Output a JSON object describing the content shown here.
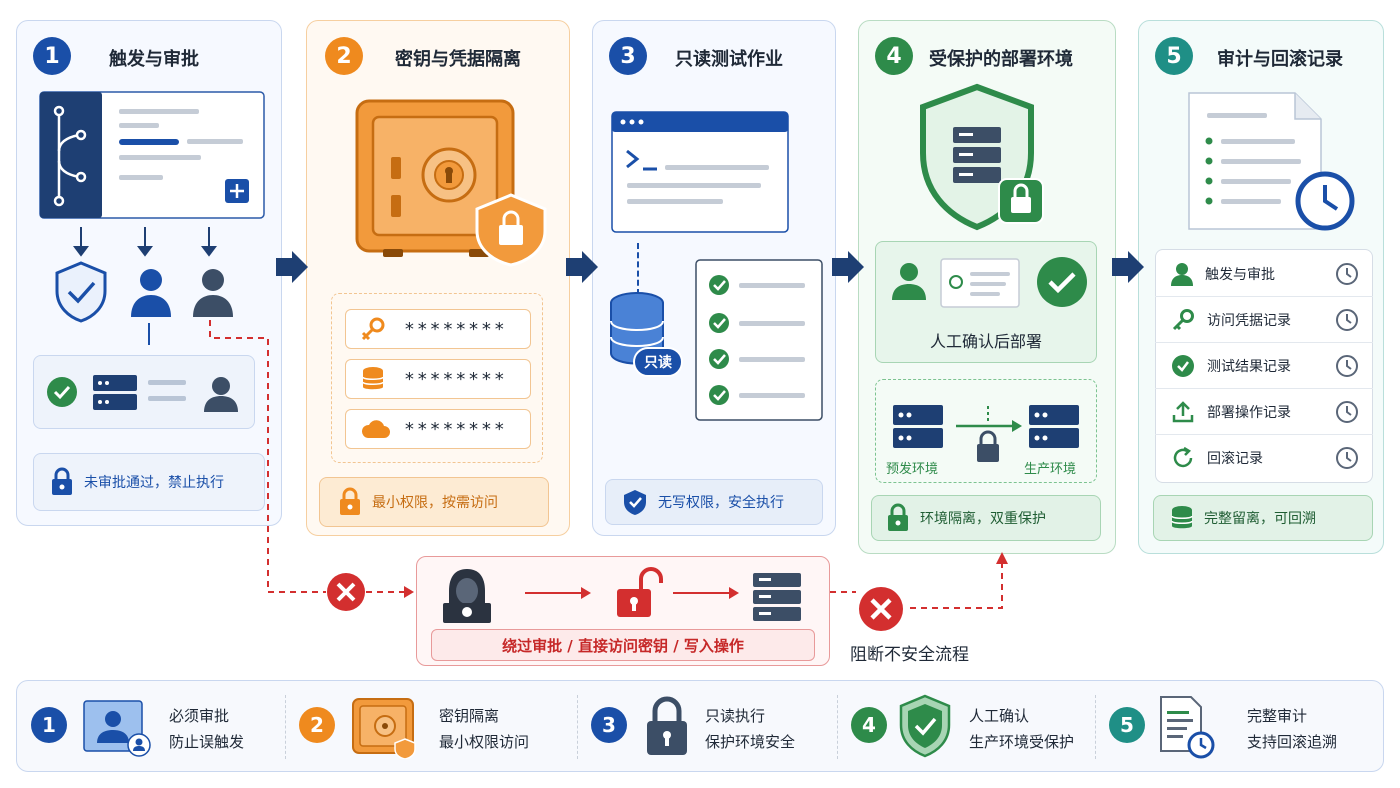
{
  "stages": [
    {
      "num": "1",
      "title": "触发与审批",
      "note": "未审批通过，禁止执行"
    },
    {
      "num": "2",
      "title": "密钥与凭据隔离",
      "credentials": [
        "********",
        "********",
        "********"
      ],
      "note": "最小权限，按需访问"
    },
    {
      "num": "3",
      "title": "只读测试作业",
      "readonly_tag": "只读",
      "note": "无写权限，安全执行"
    },
    {
      "num": "4",
      "title": "受保护的部署环境",
      "confirm_label": "人工确认后部署",
      "env_from": "预发环境",
      "env_to": "生产环境",
      "note": "环境隔离，双重保护"
    },
    {
      "num": "5",
      "title": "审计与回滚记录",
      "records": [
        "触发与审批",
        "访问凭据记录",
        "测试结果记录",
        "部署操作记录",
        "回滚记录"
      ],
      "note": "完整留离，可回溯"
    }
  ],
  "threat": {
    "label": "绕过审批 / 直接访问密钥 / 写入操作",
    "blocked": "阻断不安全流程"
  },
  "summary": [
    {
      "num": "1",
      "line1": "必须审批",
      "line2": "防止误触发"
    },
    {
      "num": "2",
      "line1": "密钥隔离",
      "line2": "最小权限访问"
    },
    {
      "num": "3",
      "line1": "只读执行",
      "line2": "保护环境安全"
    },
    {
      "num": "4",
      "line1": "人工确认",
      "line2": "生产环境受保护"
    },
    {
      "num": "5",
      "line1": "完整审计",
      "line2": "支持回滚追溯"
    }
  ],
  "colors": {
    "blue": "#1a4fa8",
    "orange": "#ef8a1e",
    "green": "#2e8b4a",
    "teal": "#1f8f86",
    "red": "#d32f2f"
  },
  "icons": [
    "git-branch-icon",
    "shield-check-icon",
    "user-icon",
    "lock-icon",
    "safe-icon",
    "key-icon",
    "database-icon",
    "cloud-icon",
    "terminal-icon",
    "check-icon",
    "server-icon",
    "clock-icon",
    "document-icon",
    "upload-icon",
    "refresh-icon",
    "hacker-icon",
    "unlock-icon",
    "x-icon"
  ]
}
